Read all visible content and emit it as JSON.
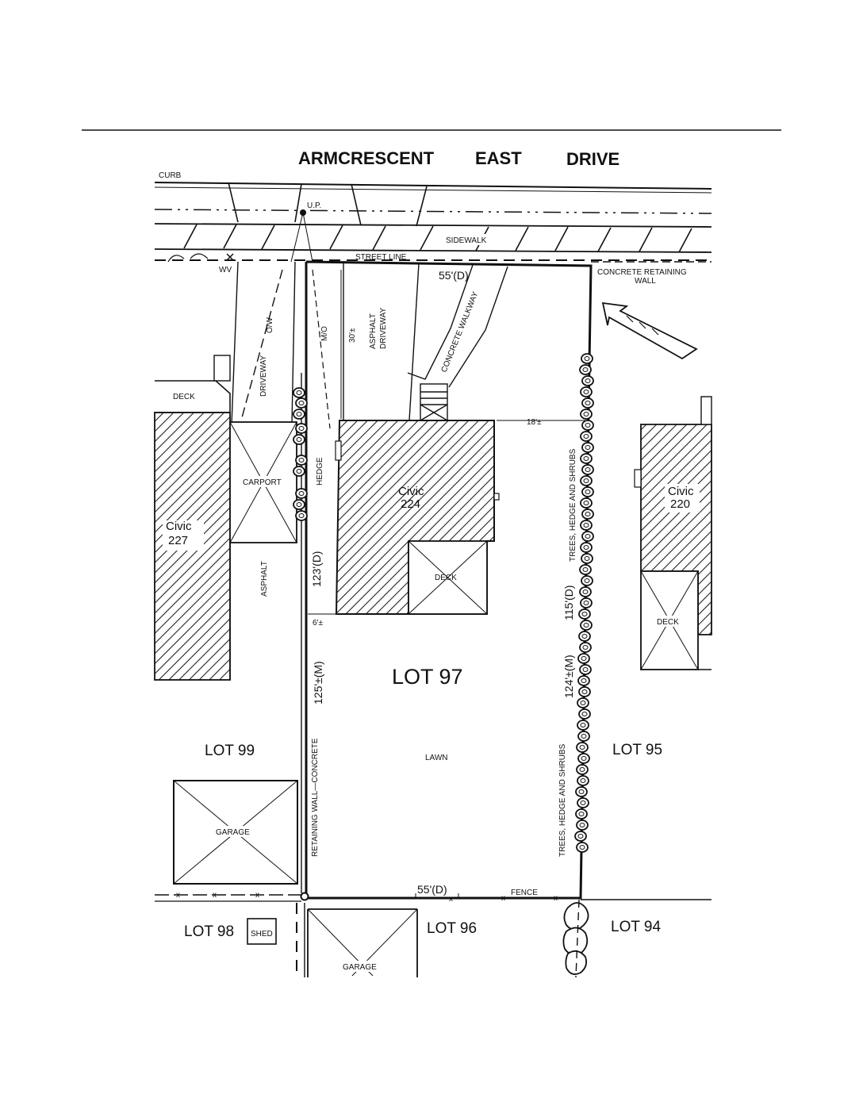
{
  "street": {
    "name_1": "ARMCRESCENT",
    "name_2": "EAST",
    "name_3": "DRIVE"
  },
  "labels": {
    "curb": "CURB",
    "up": "U.P.",
    "sidewalk": "SIDEWALK",
    "street_line": "STREET LINE",
    "wv": "WV",
    "concrete_retaining_wall_1": "CONCRETE RETAINING",
    "concrete_retaining_wall_2": "WALL",
    "driveway_left": "DRIVEWAY",
    "driveway_left_mark": "O/W",
    "asphalt_driveway_1": "ASPHALT",
    "asphalt_driveway_2": "DRIVEWAY",
    "concrete_walkway": "CONCRETE WALKWAY",
    "mto": "M/O",
    "deck": "DECK",
    "carport": "CARPORT",
    "hedge": "HEDGE",
    "asphalt": "ASPHALT",
    "trees_hedge_shrubs": "TREES, HEDGE AND SHRUBS",
    "retaining_wall_concrete": "RETAINING WALL—CONCRETE",
    "lawn": "LAWN",
    "garage": "GARAGE",
    "shed": "SHED",
    "fence": "FENCE"
  },
  "civics": {
    "word": "Civic",
    "c227": "227",
    "c224": "224",
    "c220": "220"
  },
  "lots": {
    "l97": "LOT 97",
    "l99": "LOT 99",
    "l95": "LOT 95",
    "l98": "LOT 98",
    "l96": "LOT 96",
    "l94": "LOT 94"
  },
  "dimensions": {
    "front": "55'(D)",
    "rear": "55'(D)",
    "setback_front": "30'±",
    "setback_side_right": "18'±",
    "setback_side_left": "6'±",
    "left_deed": "123'(D)",
    "left_measured": "125'±(M)",
    "right_deed": "115'(D)",
    "right_measured": "124'±(M)"
  },
  "colors": {
    "ink": "#111111",
    "background": "#ffffff"
  }
}
